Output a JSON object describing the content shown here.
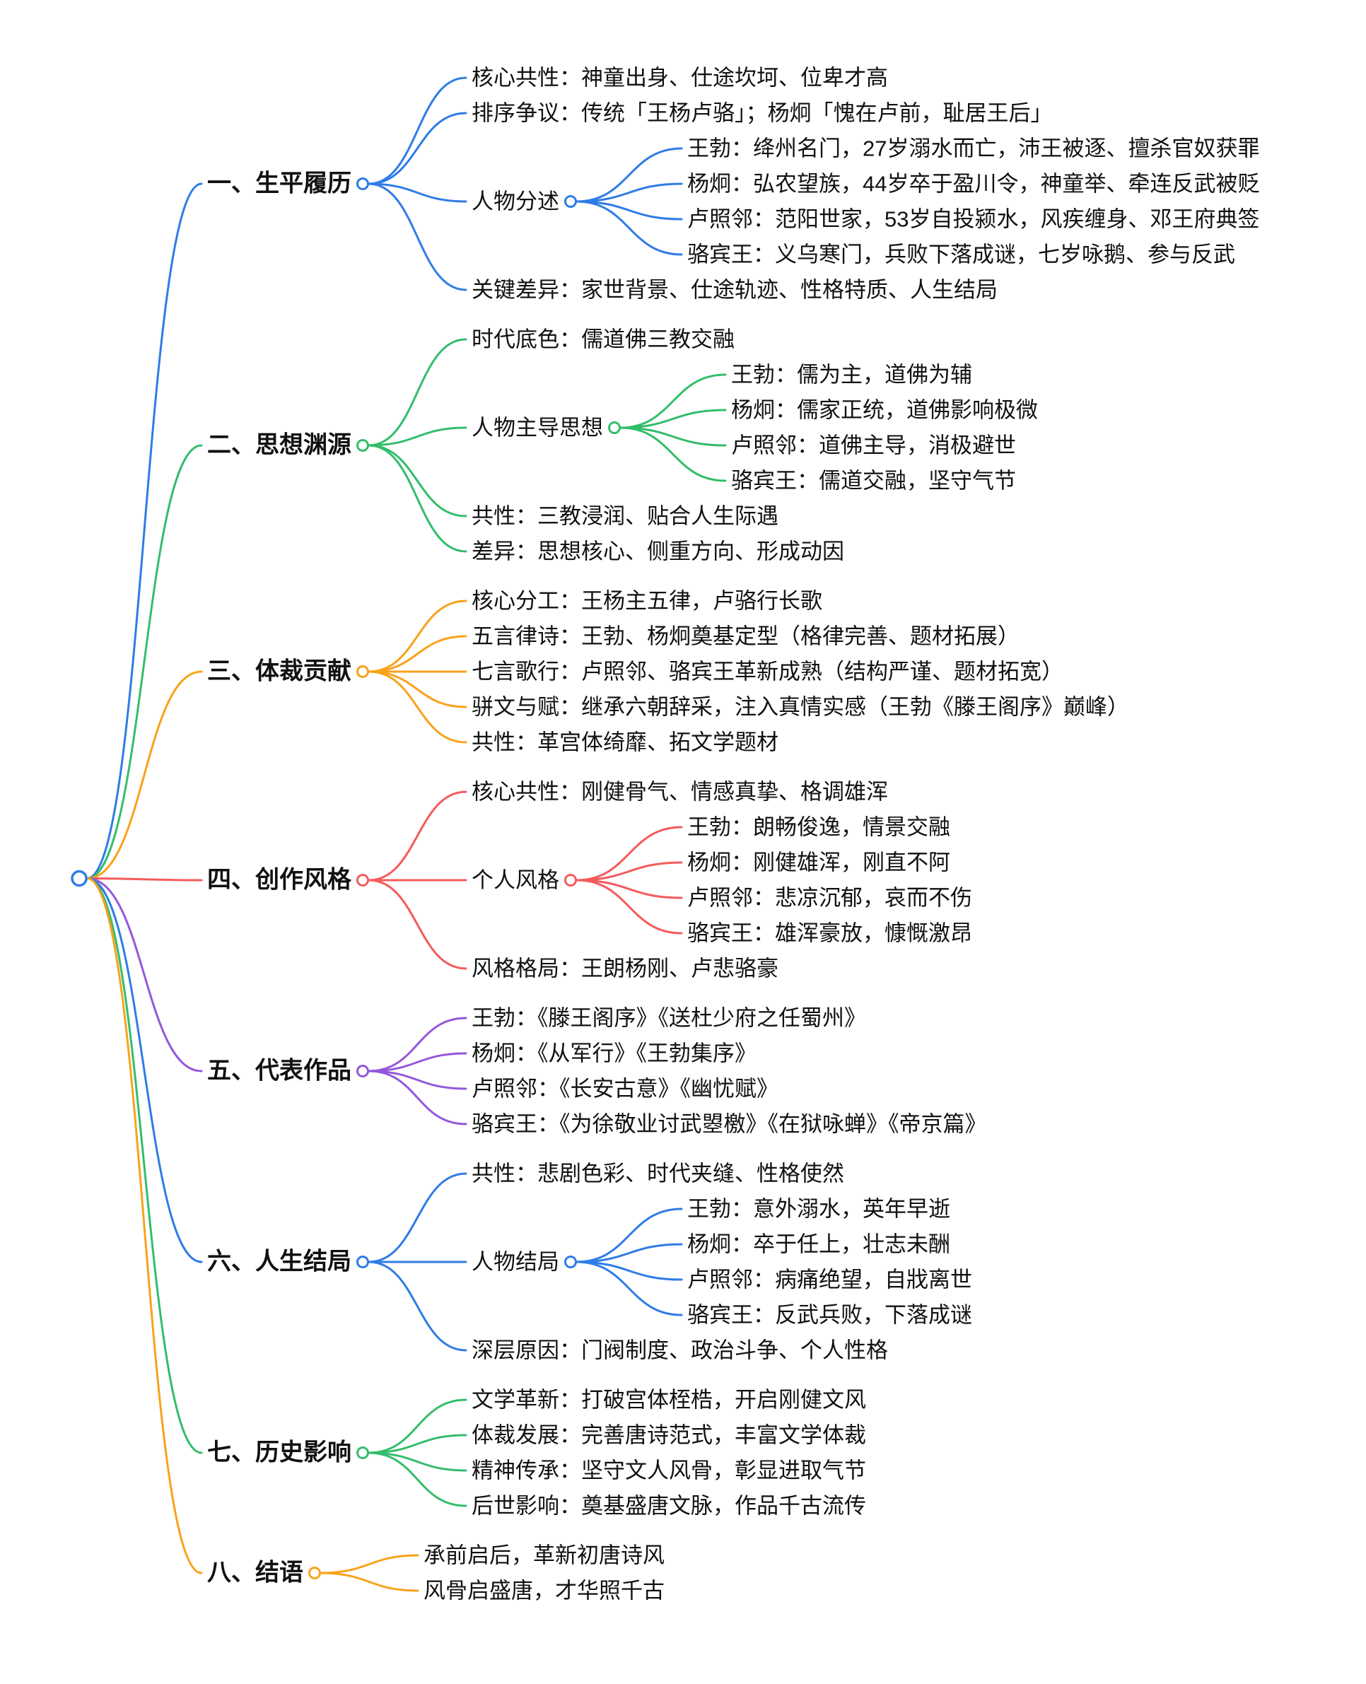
{
  "style": {
    "background": "#ffffff",
    "text_color": "#111111",
    "root_color": "#2F7CE6",
    "palette": {
      "blue": "#2F7CE6",
      "green": "#33BD6B",
      "orange": "#F9A21B",
      "red": "#F45B5B",
      "purple": "#9457DB"
    }
  },
  "mindmap": {
    "root": {
      "label": "",
      "color": "#2F7CE6",
      "children": [
        {
          "label": "一、生平履历",
          "color": "#2F7CE6",
          "children": [
            {
              "label": "核心共性：神童出身、仕途坎坷、位卑才高"
            },
            {
              "label": "排序争议：传统「王杨卢骆」；杨炯「愧在卢前，耻居王后」"
            },
            {
              "label": "人物分述",
              "children": [
                {
                  "label": "王勃：绛州名门，27岁溺水而亡，沛王被逐、擅杀官奴获罪"
                },
                {
                  "label": "杨炯：弘农望族，44岁卒于盈川令，神童举、牵连反武被贬"
                },
                {
                  "label": "卢照邻：范阳世家，53岁自投颍水，风疾缠身、邓王府典签"
                },
                {
                  "label": "骆宾王：义乌寒门，兵败下落成谜，七岁咏鹅、参与反武"
                }
              ]
            },
            {
              "label": "关键差异：家世背景、仕途轨迹、性格特质、人生结局"
            }
          ]
        },
        {
          "label": "二、思想渊源",
          "color": "#33BD6B",
          "children": [
            {
              "label": "时代底色：儒道佛三教交融"
            },
            {
              "label": "人物主导思想",
              "children": [
                {
                  "label": "王勃：儒为主，道佛为辅"
                },
                {
                  "label": "杨炯：儒家正统，道佛影响极微"
                },
                {
                  "label": "卢照邻：道佛主导，消极避世"
                },
                {
                  "label": "骆宾王：儒道交融，坚守气节"
                }
              ]
            },
            {
              "label": "共性：三教浸润、贴合人生际遇"
            },
            {
              "label": "差异：思想核心、侧重方向、形成动因"
            }
          ]
        },
        {
          "label": "三、体裁贡献",
          "color": "#F9A21B",
          "children": [
            {
              "label": "核心分工：王杨主五律，卢骆行长歌"
            },
            {
              "label": "五言律诗：王勃、杨炯奠基定型（格律完善、题材拓展）"
            },
            {
              "label": "七言歌行：卢照邻、骆宾王革新成熟（结构严谨、题材拓宽）"
            },
            {
              "label": "骈文与赋：继承六朝辞采，注入真情实感（王勃《滕王阁序》巅峰）"
            },
            {
              "label": "共性：革宫体绮靡、拓文学题材"
            }
          ]
        },
        {
          "label": "四、创作风格",
          "color": "#F45B5B",
          "children": [
            {
              "label": "核心共性：刚健骨气、情感真挚、格调雄浑"
            },
            {
              "label": "个人风格",
              "children": [
                {
                  "label": "王勃：朗畅俊逸，情景交融"
                },
                {
                  "label": "杨炯：刚健雄浑，刚直不阿"
                },
                {
                  "label": "卢照邻：悲凉沉郁，哀而不伤"
                },
                {
                  "label": "骆宾王：雄浑豪放，慷慨激昂"
                }
              ]
            },
            {
              "label": "风格格局：王朗杨刚、卢悲骆豪"
            }
          ]
        },
        {
          "label": "五、代表作品",
          "color": "#9457DB",
          "children": [
            {
              "label": "王勃：《滕王阁序》《送杜少府之任蜀州》"
            },
            {
              "label": "杨炯：《从军行》《王勃集序》"
            },
            {
              "label": "卢照邻：《长安古意》《幽忧赋》"
            },
            {
              "label": "骆宾王：《为徐敬业讨武曌檄》《在狱咏蝉》《帝京篇》"
            }
          ]
        },
        {
          "label": "六、人生结局",
          "color": "#2F7CE6",
          "children": [
            {
              "label": "共性：悲剧色彩、时代夹缝、性格使然"
            },
            {
              "label": "人物结局",
              "children": [
                {
                  "label": "王勃：意外溺水，英年早逝"
                },
                {
                  "label": "杨炯：卒于任上，壮志未酬"
                },
                {
                  "label": "卢照邻：病痛绝望，自戕离世"
                },
                {
                  "label": "骆宾王：反武兵败，下落成谜"
                }
              ]
            },
            {
              "label": "深层原因：门阀制度、政治斗争、个人性格"
            }
          ]
        },
        {
          "label": "七、历史影响",
          "color": "#33BD6B",
          "children": [
            {
              "label": "文学革新：打破宫体桎梏，开启刚健文风"
            },
            {
              "label": "体裁发展：完善唐诗范式，丰富文学体裁"
            },
            {
              "label": "精神传承：坚守文人风骨，彰显进取气节"
            },
            {
              "label": "后世影响：奠基盛唐文脉，作品千古流传"
            }
          ]
        },
        {
          "label": "八、结语",
          "color": "#F9A21B",
          "children": [
            {
              "label": "承前启后，革新初唐诗风"
            },
            {
              "label": "风骨启盛唐，才华照千古"
            }
          ]
        }
      ]
    }
  }
}
